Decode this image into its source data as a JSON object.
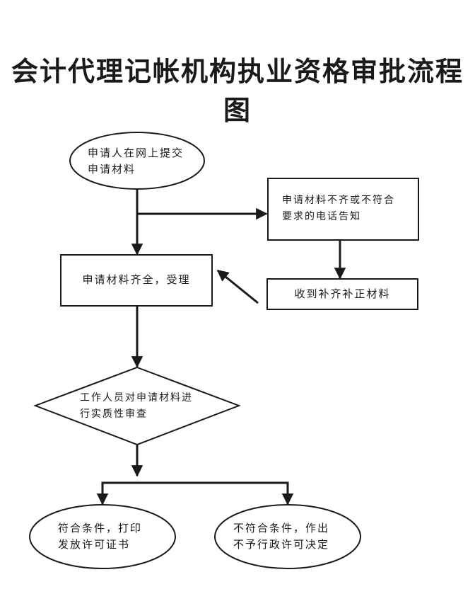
{
  "title": "会计代理记帐机构执业资格审批流程图",
  "nodes": {
    "start": {
      "shape": "ellipse",
      "lines": [
        "申请人在网上提交",
        "申请材料"
      ]
    },
    "notify": {
      "shape": "rect",
      "lines": [
        "申请材料不齐或不符合",
        "要求的电话告知"
      ]
    },
    "accept": {
      "shape": "rect",
      "lines": [
        "申请材料齐全，受理"
      ]
    },
    "supplement": {
      "shape": "rect",
      "lines": [
        "收到补齐补正材料"
      ]
    },
    "review": {
      "shape": "diamond",
      "lines": [
        "工作人员对申请材料进",
        "行实质性审查"
      ]
    },
    "approve": {
      "shape": "ellipse",
      "lines": [
        "符合条件，打印",
        "发放许可证书"
      ]
    },
    "reject": {
      "shape": "ellipse",
      "lines": [
        "不符合条件，作出",
        "不予行政许可决定"
      ]
    }
  },
  "edges": [
    {
      "from": "start",
      "to": "notify"
    },
    {
      "from": "start",
      "to": "accept"
    },
    {
      "from": "notify",
      "to": "supplement"
    },
    {
      "from": "supplement",
      "to": "accept"
    },
    {
      "from": "accept",
      "to": "review"
    },
    {
      "from": "review",
      "to": "approve"
    },
    {
      "from": "review",
      "to": "reject"
    }
  ],
  "colors": {
    "stroke": "#1a1a1a",
    "background": "#ffffff",
    "text": "#1a1a1a"
  }
}
